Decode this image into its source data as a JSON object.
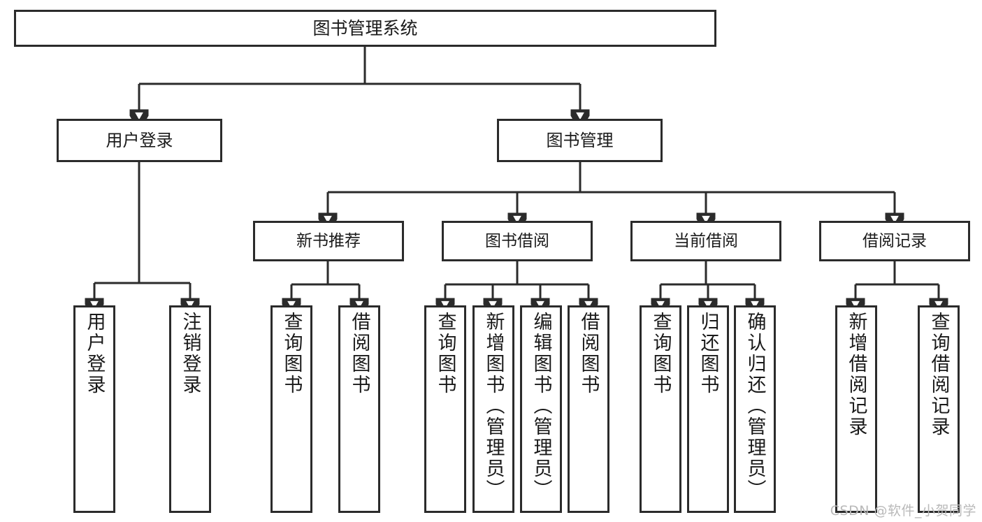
{
  "diagram": {
    "type": "tree",
    "title": "图书管理系统",
    "orientation": "top-down",
    "colors": {
      "stroke": "#2b2b2b",
      "fill": "#ffffff",
      "text": "#1a1a1a",
      "watermark": "#b9b9b9"
    }
  },
  "root": {
    "label": "图书管理系统"
  },
  "level1": [
    {
      "label": "用户登录"
    },
    {
      "label": "图书管理"
    }
  ],
  "level2": [
    {
      "label": "新书推荐"
    },
    {
      "label": "图书借阅"
    },
    {
      "label": "当前借阅"
    },
    {
      "label": "借阅记录"
    }
  ],
  "leaves": {
    "user_login": [
      {
        "label": "用户登录"
      },
      {
        "label": "注销登录"
      }
    ],
    "new_book_recommend": [
      {
        "label": "查询图书"
      },
      {
        "label": "借阅图书"
      }
    ],
    "book_borrow": [
      {
        "label": "查询图书"
      },
      {
        "label": "新增图书（管理员）"
      },
      {
        "label": "编辑图书（管理员）"
      },
      {
        "label": "借阅图书"
      }
    ],
    "current_borrow": [
      {
        "label": "查询图书"
      },
      {
        "label": "归还图书"
      },
      {
        "label": "确认归还（管理员）"
      }
    ],
    "borrow_records": [
      {
        "label": "新增借阅记录"
      },
      {
        "label": "查询借阅记录"
      }
    ]
  },
  "watermark": {
    "text": "CSDN @软件_小贺同学"
  }
}
